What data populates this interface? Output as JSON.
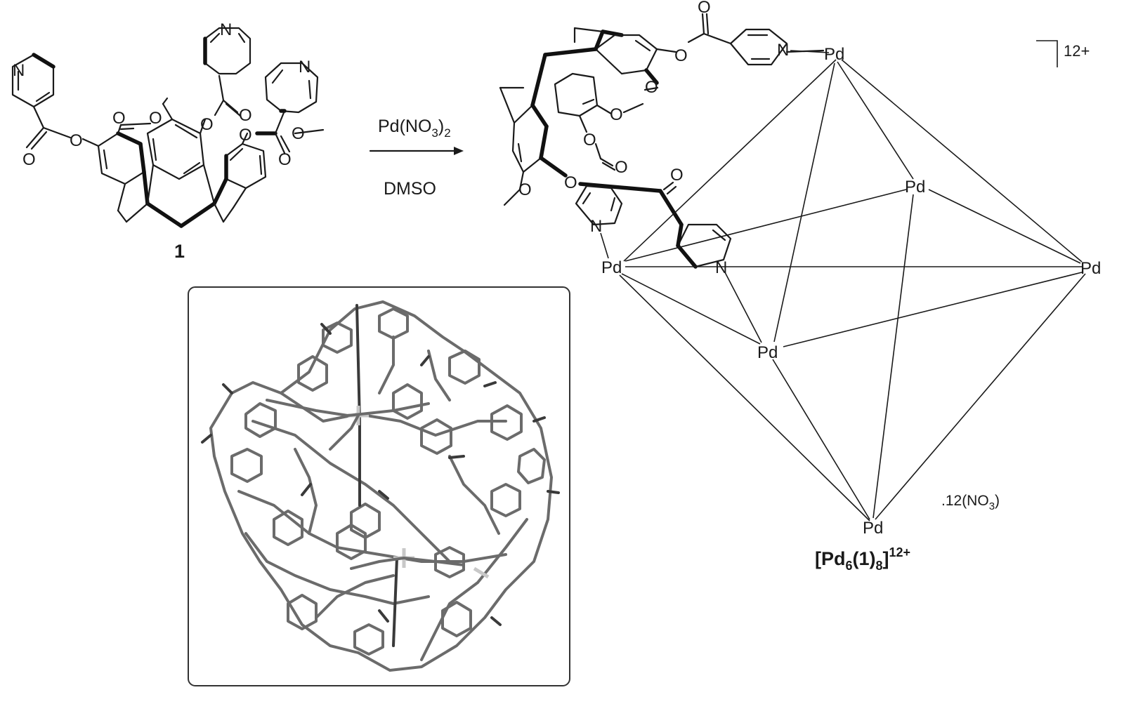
{
  "ligand": {
    "atom_N": "N",
    "atom_O": "O",
    "compound_number": "1"
  },
  "reaction": {
    "reagent": "Pd(NO3)2",
    "reagent_main": "Pd(NO",
    "reagent_sub": "3",
    "reagent_close": ")",
    "reagent_sub2": "2",
    "solvent": "DMSO"
  },
  "cage": {
    "metal_label": "Pd",
    "charge": "12+",
    "counterion_prefix": ".12(NO",
    "counterion_sub": "3",
    "counterion_close": ")",
    "formula_open": "[Pd",
    "formula_sub1": "6",
    "formula_mid": "(1)",
    "formula_sub2": "8",
    "formula_close": "]",
    "formula_charge": "12+"
  },
  "crystal_structure_panel": {
    "border_color": "#333333",
    "bond_color": "#6b6b6b"
  }
}
